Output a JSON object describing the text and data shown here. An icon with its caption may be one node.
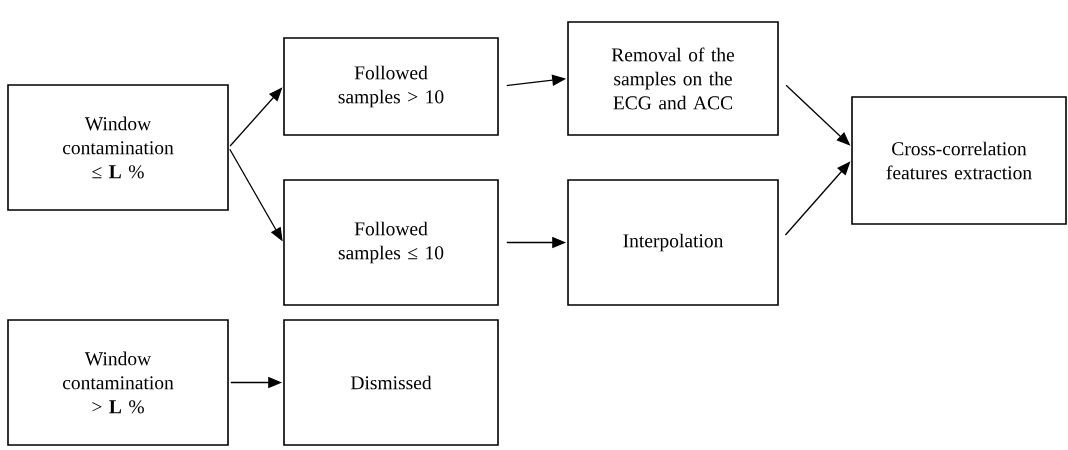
{
  "diagram": {
    "nodes": [
      {
        "text": [
          "Window contamination ≤ **L** %"
        ]
      },
      {
        "text": [
          "Followed samples > 10"
        ]
      },
      {
        "text": [
          "Followed samples ≤ 10"
        ]
      },
      {
        "text": [
          "Removal of the samples on the ECG and ACC"
        ]
      },
      {
        "text": [
          "Interpolation"
        ]
      },
      {
        "text": [
          "Cross-correlation features extraction"
        ]
      },
      {
        "text": [
          "Window contamination > **L** %"
        ]
      },
      {
        "text": [
          "Dismissed"
        ]
      }
    ],
    "edges": [
      {
        "from": 0,
        "to": 1,
        "arrow": "to"
      },
      {
        "from": 0,
        "to": 2,
        "arrow": "to"
      },
      {
        "from": 1,
        "to": 3,
        "arrow": "to"
      },
      {
        "from": 2,
        "to": 4,
        "arrow": "to"
      },
      {
        "from": 3,
        "to": 5,
        "arrow": "to"
      },
      {
        "from": 4,
        "to": 5,
        "arrow": "to"
      },
      {
        "from": 6,
        "to": 7,
        "arrow": "to"
      }
    ]
  }
}
